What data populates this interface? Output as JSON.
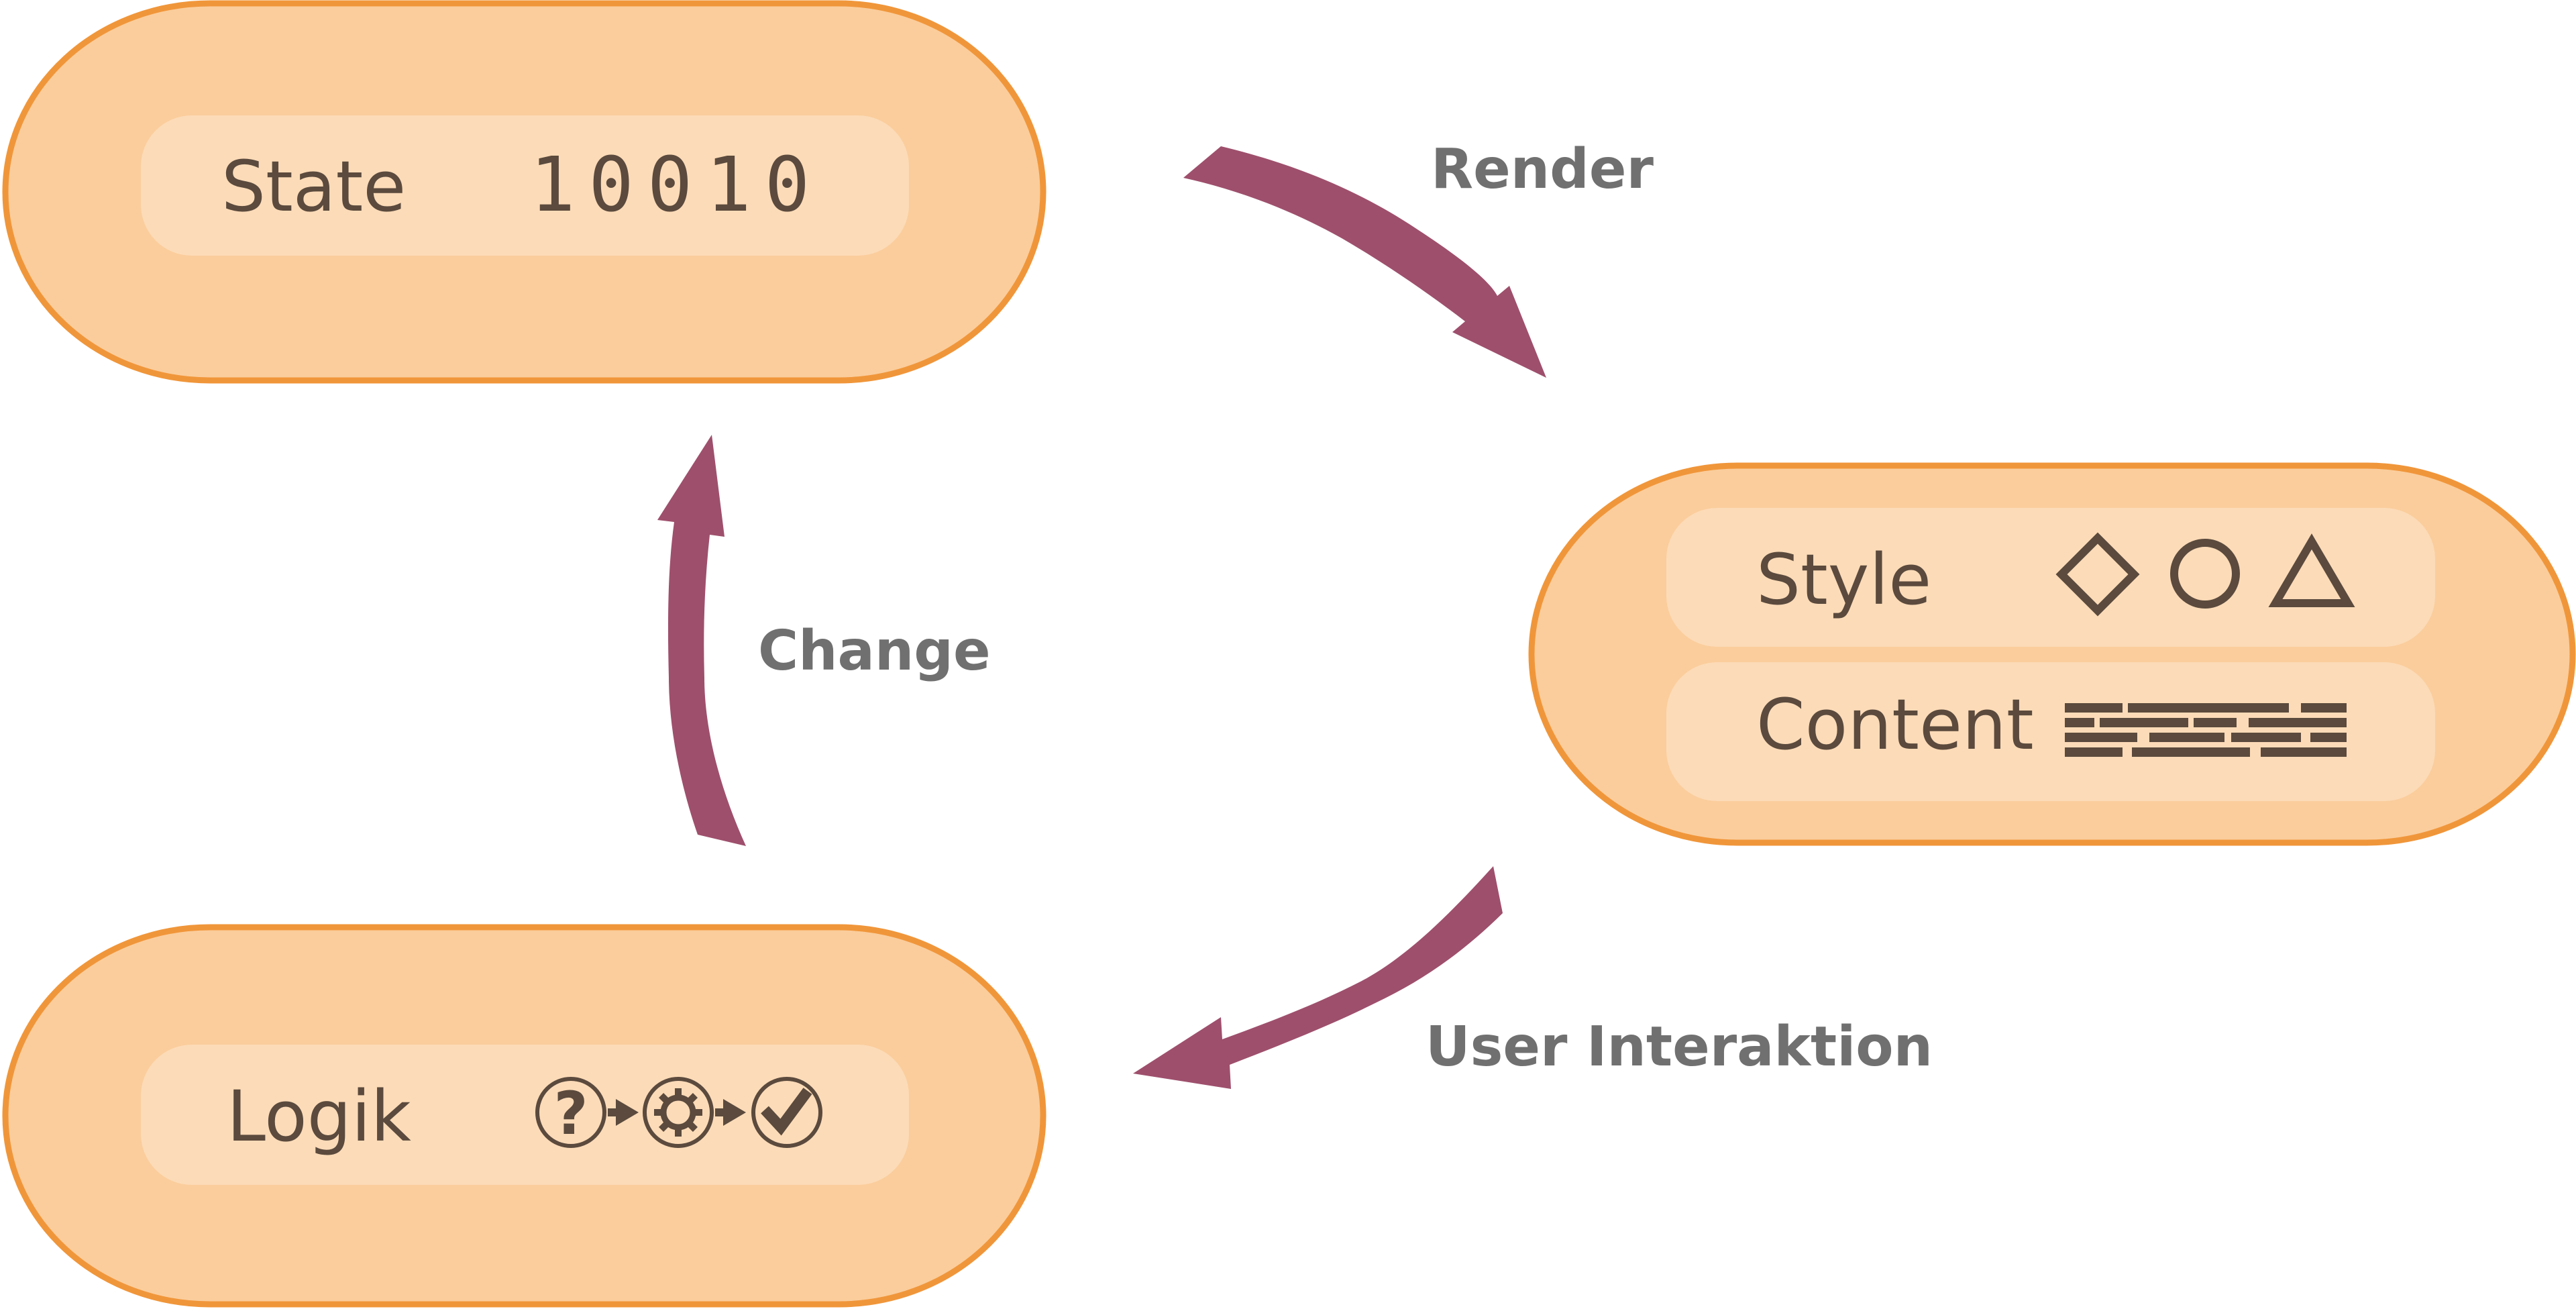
{
  "nodes": {
    "state": {
      "label": "State",
      "value": "10010"
    },
    "view": {
      "style_label": "Style",
      "content_label": "Content"
    },
    "logic": {
      "label": "Logik"
    }
  },
  "edges": {
    "render": "Render",
    "user_interaction": "User Interaktion",
    "change": "Change"
  },
  "icons": {
    "style_shapes": [
      "diamond-icon",
      "circle-icon",
      "triangle-icon"
    ],
    "content": "text-lines-icon",
    "logic_flow": [
      "question-icon",
      "arrow-right-icon",
      "gear-icon",
      "arrow-right-icon",
      "checkmark-icon"
    ]
  },
  "colors": {
    "node_fill": "#fbcd9c",
    "node_border": "#f0963a",
    "inner_fill": "#fcdbb8",
    "arrow": "#9e4f6c",
    "label_text": "#5b4a3d",
    "edge_text": "#707070"
  }
}
